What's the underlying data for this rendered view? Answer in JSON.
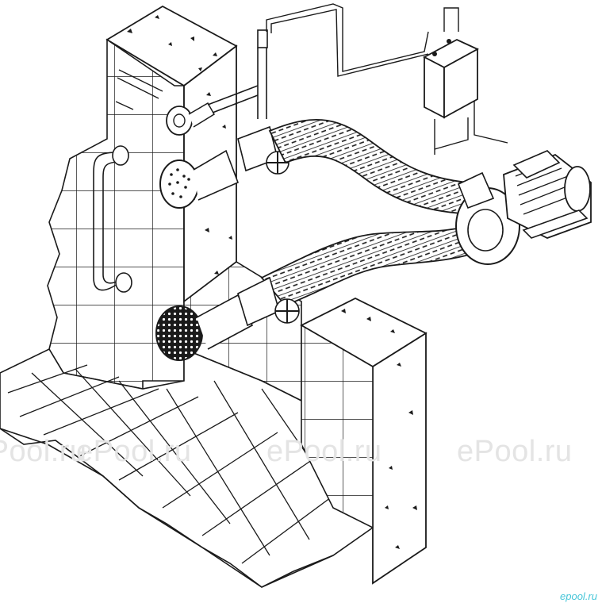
{
  "watermarks": [
    "ePool.ru",
    "ePool.ru",
    "ePool.ru",
    "ePool.ru"
  ],
  "corner_mark": "epool.ru",
  "colors": {
    "line": "#1a1a1a",
    "background": "#ffffff",
    "watermark": "#e4e4e4",
    "corner_mark": "#46c6d8"
  }
}
